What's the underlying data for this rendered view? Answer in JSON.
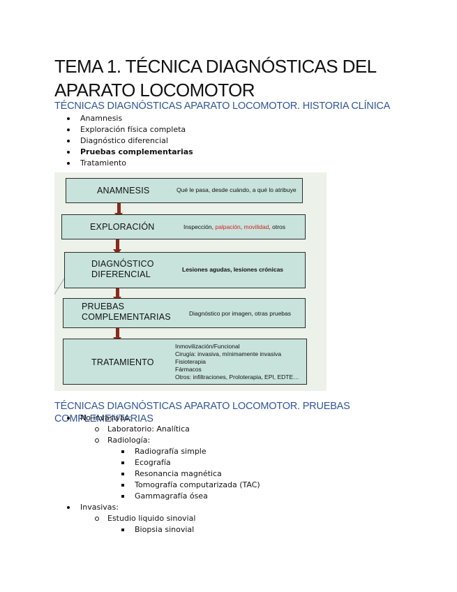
{
  "title": "TEMA 1. TÉCNICA DIAGNÓSTICAS DEL APARATO LOCOMOTOR",
  "section1": {
    "heading": "TÉCNICAS DIAGNÓSTICAS APARATO LOCOMOTOR. HISTORIA CLÍNICA",
    "items": [
      "Anamnesis",
      "Exploración física completa",
      "Diagnóstico diferencial",
      "Pruebas complementarias",
      "Tratamiento"
    ]
  },
  "diagram": {
    "boxes": [
      {
        "label": "ANAMNESIS",
        "desc": "Qué le pasa, desde cuándo, a qué lo atribuye"
      },
      {
        "label": "EXPLORACIÓN",
        "desc_parts": [
          "Inspección, ",
          "palpación",
          ", ",
          "movilidad",
          ", otros"
        ]
      },
      {
        "label_lines": [
          "DIAGNÓSTICO",
          "DIFERENCIAL"
        ],
        "desc": "Lesiones agudas, lesiones crónicas"
      },
      {
        "label_lines": [
          "PRUEBAS",
          "COMPLEMENTARIAS"
        ],
        "desc": "Diagnóstico por imagen, otras pruebas"
      },
      {
        "label": "TRATAMIENTO",
        "desc_lines": [
          "Inmovilización/Funcional",
          "Cirugía: invasiva, mínimamente invasiva",
          "Fisioterapia",
          "Fármacos",
          "Otros: infiltraciones, Proloterapia, EPI, EDTE…"
        ]
      }
    ]
  },
  "section2": {
    "heading": "TÉCNICAS DIAGNÓSTICAS APARATO LOCOMOTOR. PRUEBAS COMPLEMENTARIAS",
    "no_invasivas": {
      "label": "No invasivas:",
      "laboratorio": "Laboratorio: Analítica",
      "radiologia": "Radiología:",
      "radiologia_items": [
        "Radiografía simple",
        "Ecografía",
        "Resonancia magnética",
        "Tomografía computarizada (TAC)",
        "Gammagrafía ósea"
      ]
    },
    "invasivas": {
      "label": "Invasivas:",
      "estudio": "Estudio liquido sinovial",
      "estudio_items": [
        "Biopsia sinovial"
      ]
    }
  }
}
